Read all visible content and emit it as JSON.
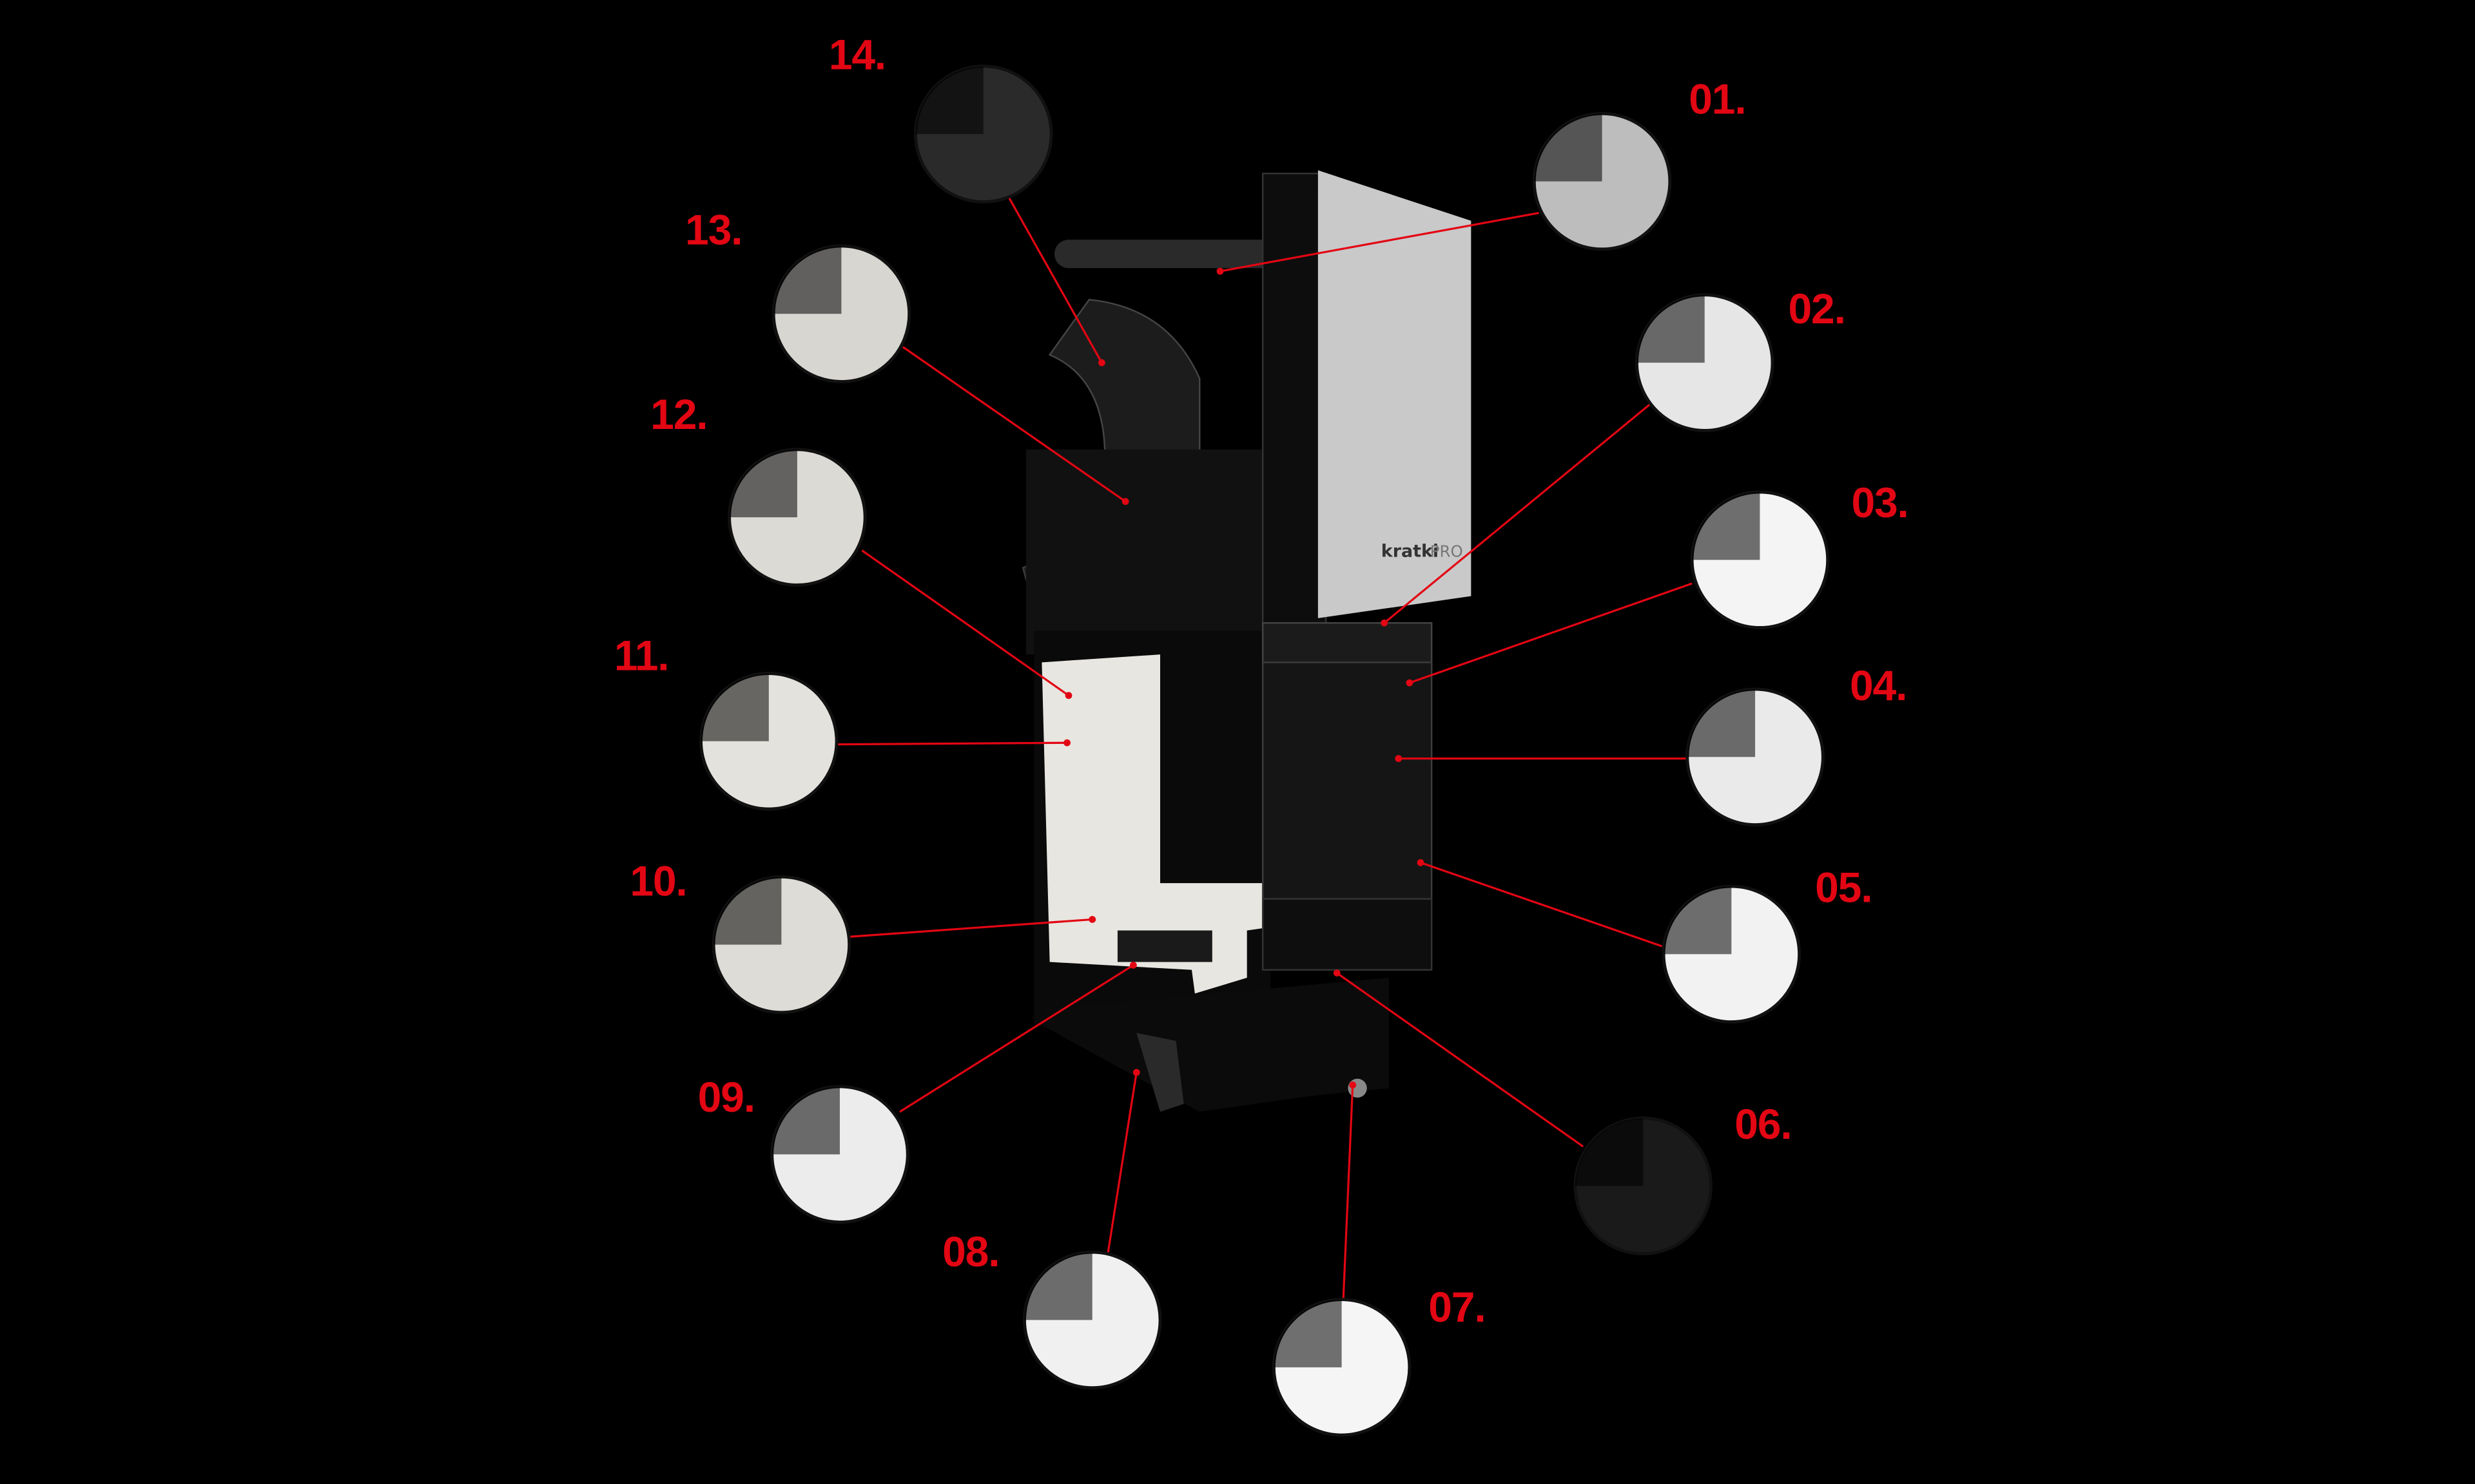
{
  "diagram": {
    "accent_color": "#e30613",
    "background_color": "#000000",
    "logo": {
      "brand": "kratki",
      "suffix": "PRO"
    },
    "callouts": [
      {
        "label": "01."
      },
      {
        "label": "02."
      },
      {
        "label": "03."
      },
      {
        "label": "04."
      },
      {
        "label": "05."
      },
      {
        "label": "06."
      },
      {
        "label": "07."
      },
      {
        "label": "08."
      },
      {
        "label": "09."
      },
      {
        "label": "10."
      },
      {
        "label": "11."
      },
      {
        "label": "12."
      },
      {
        "label": "13."
      },
      {
        "label": "14."
      }
    ]
  }
}
